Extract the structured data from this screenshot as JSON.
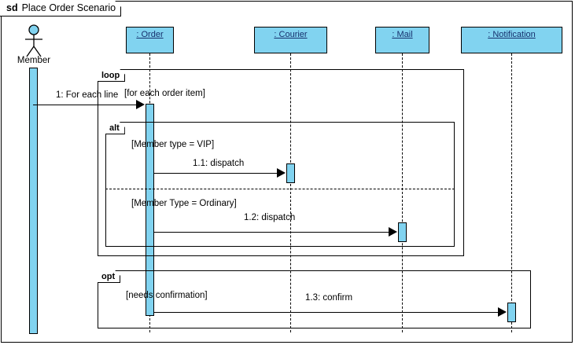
{
  "frame": {
    "keyword": "sd",
    "title": "Place Order Scenario"
  },
  "actor": {
    "name": "Member",
    "icon": "actor-stick-figure-icon"
  },
  "lifelines": [
    {
      "label": ": Order"
    },
    {
      "label": ": Courier"
    },
    {
      "label": ": Mail"
    },
    {
      "label": ": Notification"
    }
  ],
  "fragments": [
    {
      "operator": "loop",
      "guard": "[for each order item]"
    },
    {
      "operator": "alt",
      "guard_first": "[Member type = VIP]",
      "guard_second": "[Member Type = Ordinary]"
    },
    {
      "operator": "opt",
      "guard": "[needs confirmation]"
    }
  ],
  "messages": [
    {
      "label": "1: For each line"
    },
    {
      "label": "1.1: dispatch"
    },
    {
      "label": "1.2: dispatch"
    },
    {
      "label": "1.3: confirm"
    }
  ],
  "colors": {
    "lifeline_fill": "#81D3F0",
    "line": "#000000",
    "label_text": "#16306d",
    "background": "#ffffff"
  }
}
